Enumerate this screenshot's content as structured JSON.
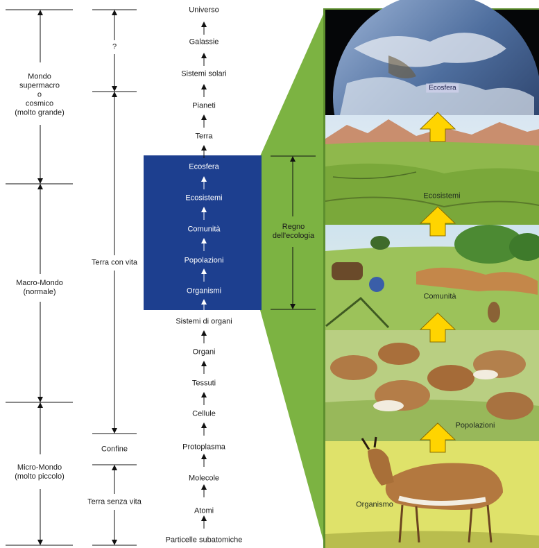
{
  "scales": [
    {
      "text": "Mondo\nsupermacro\no\ncosmico\n(molto grande)"
    },
    {
      "text": "Macro-Mondo\n(normale)"
    },
    {
      "text": "Micro-Mondo\n(molto piccolo)"
    }
  ],
  "life_spans": {
    "unknown": "?",
    "living": "Terra con vita",
    "boundary": "Confine",
    "nonliving": "Terra senza vita"
  },
  "hierarchy": [
    "Universo",
    "Galassie",
    "Sistemi solari",
    "Pianeti",
    "Terra",
    "Ecosfera",
    "Ecosistemi",
    "Comunità",
    "Popolazioni",
    "Organismi",
    "Sistemi di organi",
    "Organi",
    "Tessuti",
    "Cellule",
    "Protoplasma",
    "Molecole",
    "Atomi",
    "Particelle subatomiche"
  ],
  "realm": {
    "label": "Regno\ndell'ecologia",
    "box_color": "#1d3f8f"
  },
  "panels": [
    {
      "name": "sky",
      "caption": "Ecosfera"
    },
    {
      "name": "plains",
      "caption": "Ecosistemi"
    },
    {
      "name": "meadow",
      "caption": "Comunità"
    },
    {
      "name": "herd",
      "caption": "Popolazioni"
    },
    {
      "name": "single",
      "caption": "Organismo"
    }
  ],
  "colors": {
    "frame_green": "#7cb342",
    "arrow_yellow": "#ffd400",
    "arrow_outline": "#8a6d00",
    "organismo_bg": "#dfe26a"
  }
}
